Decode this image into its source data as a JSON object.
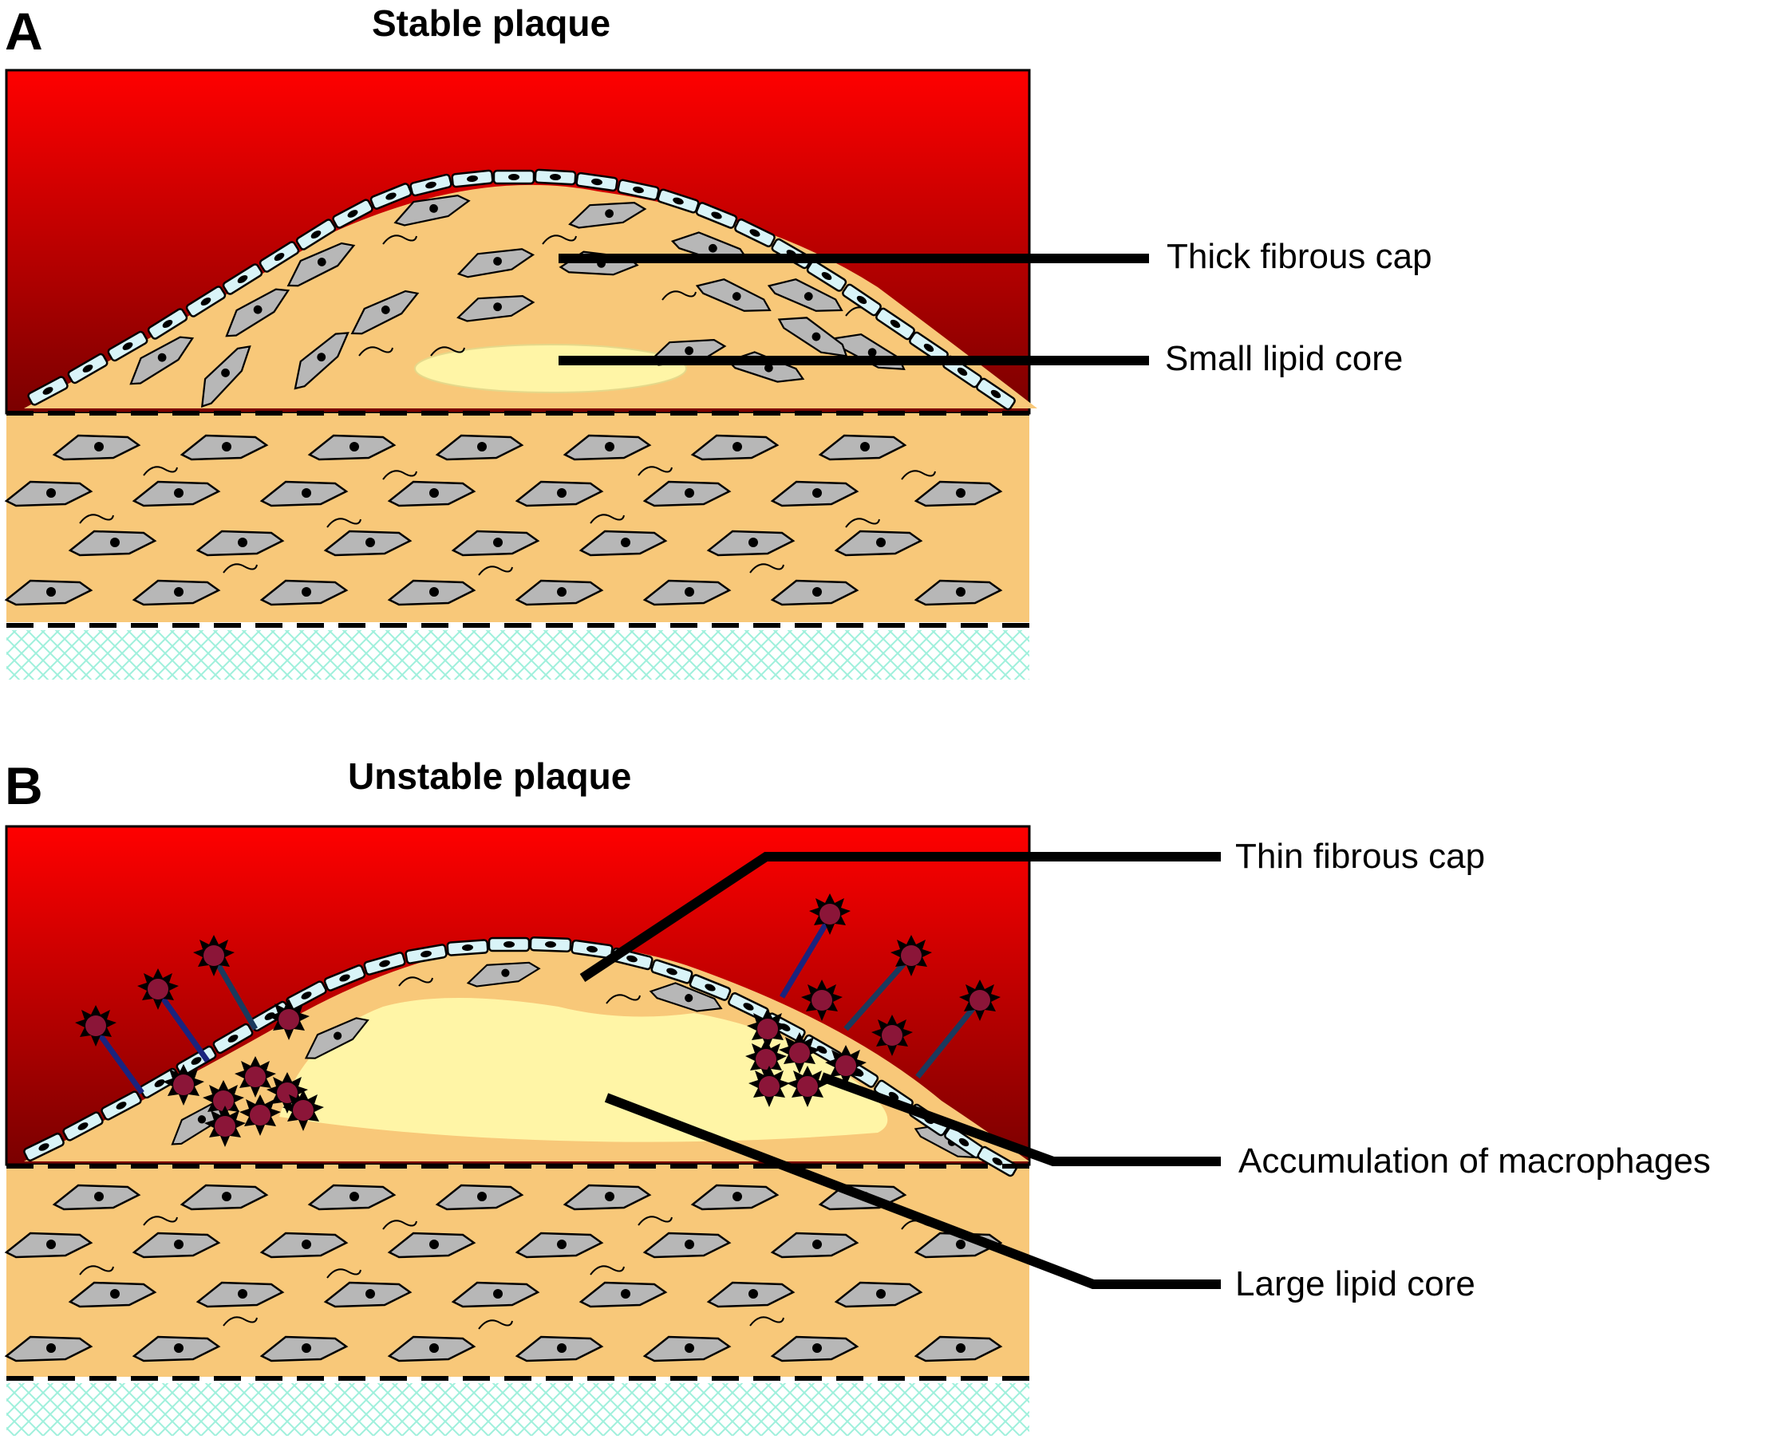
{
  "panels": [
    {
      "letter": "A",
      "title": "Stable plaque",
      "callouts": [
        "Thick fibrous cap",
        "Small lipid core"
      ]
    },
    {
      "letter": "B",
      "title": "Unstable plaque",
      "callouts": [
        "Thin fibrous cap",
        "Accumulation of macrophages",
        "Large lipid core"
      ]
    }
  ],
  "colors": {
    "lumen_top": "#ff0000",
    "lumen_bottom": "#7a0000",
    "intima": "#f8c879",
    "lipid_core": "#fff5a6",
    "cell_fill": "#b7b7b7",
    "endothelium": "#d9f4f8",
    "adventitia": "#9ff0dc",
    "macrophage": "#8b1538"
  }
}
